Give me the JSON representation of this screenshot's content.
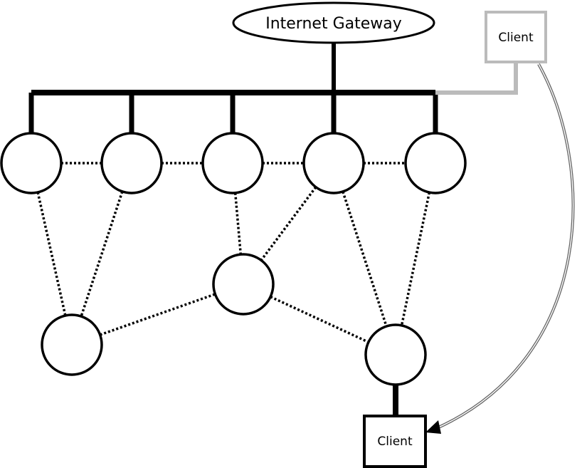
{
  "gateway": {
    "label": "Internet Gateway"
  },
  "clients": {
    "roaming": {
      "label": "Client",
      "color": "#bbbbbb"
    },
    "attached": {
      "label": "Client",
      "color": "#000000"
    }
  },
  "colors": {
    "stroke": "#000000",
    "background": "#ffffff",
    "roaming_link": "#bbbbbb",
    "handoff_arrow": "#666666"
  },
  "nodes": [
    {
      "id": "n1",
      "role": "backbone"
    },
    {
      "id": "n2",
      "role": "backbone"
    },
    {
      "id": "n3",
      "role": "backbone"
    },
    {
      "id": "n4",
      "role": "backbone"
    },
    {
      "id": "n5",
      "role": "backbone"
    },
    {
      "id": "n6",
      "role": "mesh"
    },
    {
      "id": "n7",
      "role": "mesh"
    },
    {
      "id": "n8",
      "role": "mesh"
    }
  ],
  "mesh_links": [
    [
      "n1",
      "n2"
    ],
    [
      "n2",
      "n3"
    ],
    [
      "n3",
      "n4"
    ],
    [
      "n4",
      "n5"
    ],
    [
      "n1",
      "n7"
    ],
    [
      "n2",
      "n7"
    ],
    [
      "n3",
      "n6"
    ],
    [
      "n4",
      "n6"
    ],
    [
      "n4",
      "n8"
    ],
    [
      "n5",
      "n8"
    ],
    [
      "n7",
      "n6"
    ],
    [
      "n6",
      "n8"
    ]
  ]
}
